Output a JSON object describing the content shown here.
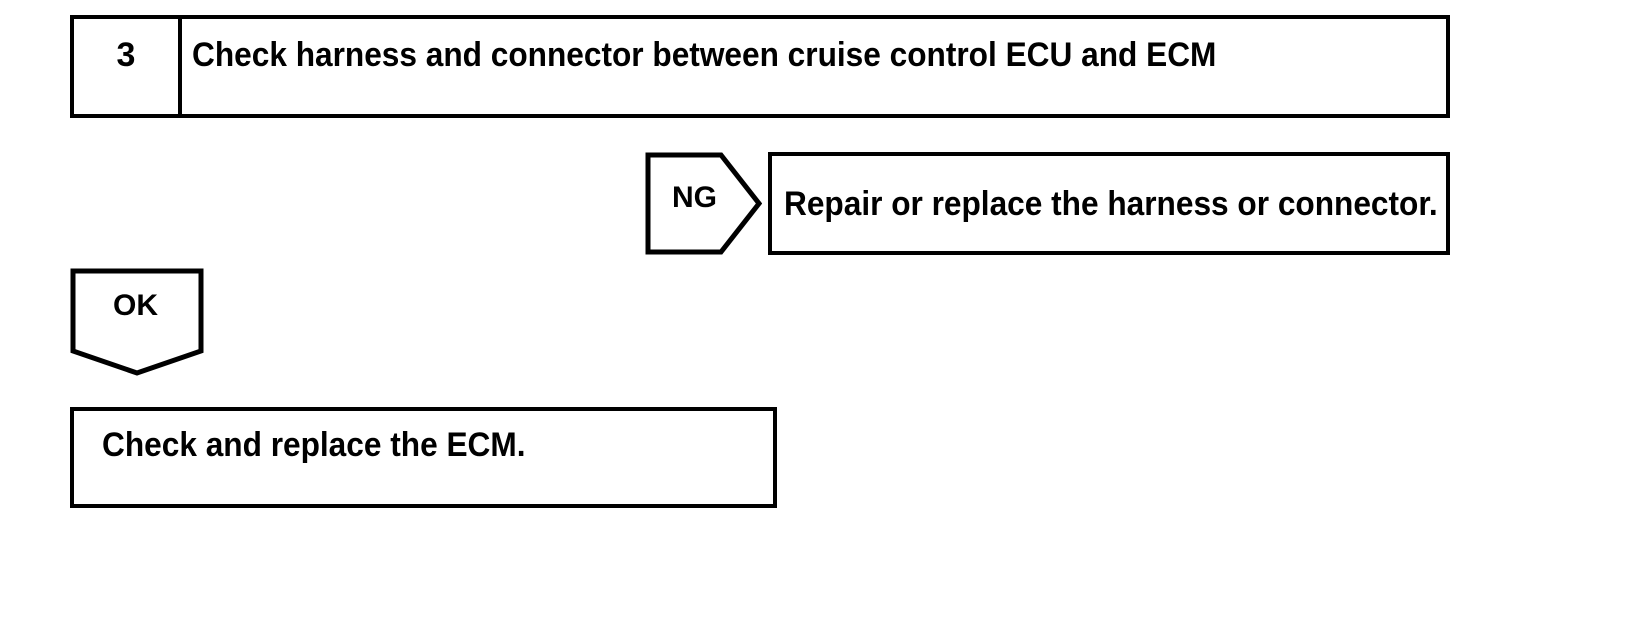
{
  "diagram": {
    "type": "troubleshooting-flowchart",
    "background_color": "#ffffff",
    "stroke_color": "#000000",
    "step": {
      "number": "3",
      "title": "Check harness and connector between cruise control ECU and ECM"
    },
    "branches": [
      {
        "label": "NG",
        "direction": "right",
        "result": "Repair or replace the harness or connector."
      },
      {
        "label": "OK",
        "direction": "down",
        "result": "Check and replace the ECM."
      }
    ],
    "ng": {
      "label": "NG",
      "result_text": "Repair or replace the harness or connector."
    },
    "ok": {
      "label": "OK",
      "result_text": "Check and replace the ECM."
    }
  }
}
